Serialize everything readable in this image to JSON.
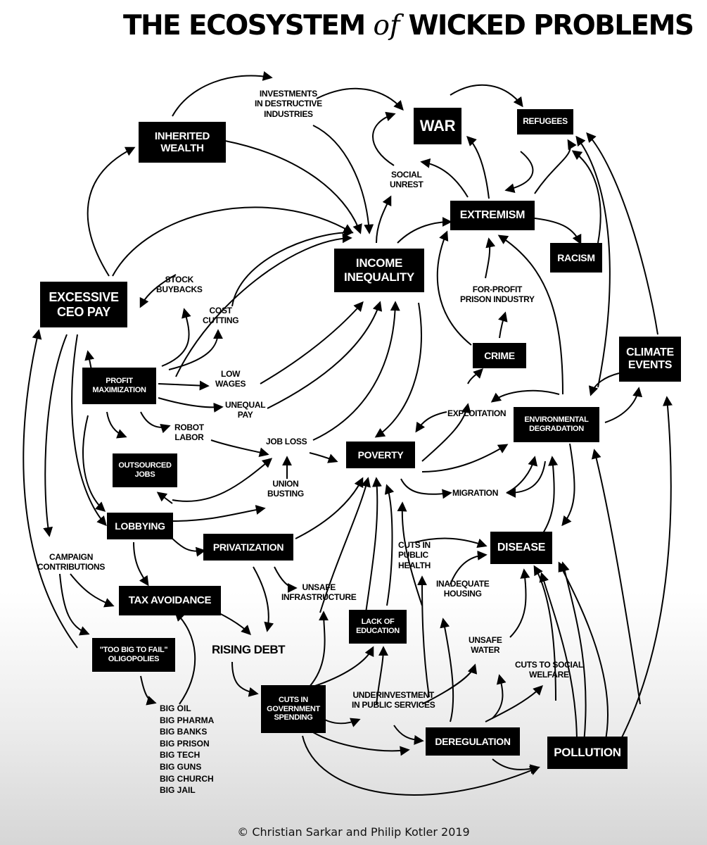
{
  "title": {
    "part1": "THE ECOSYSTEM",
    "part2": "of",
    "part3": "WICKED PROBLEMS"
  },
  "nodes": {
    "war": "WAR",
    "refugees": "REFUGEES",
    "inherited_wealth": "INHERITED\nWEALTH",
    "extremism": "EXTREMISM",
    "racism": "RACISM",
    "income_inequality": "INCOME\nINEQUALITY",
    "excessive_ceo_pay": "EXCESSIVE\nCEO PAY",
    "crime": "CRIME",
    "climate_events": "CLIMATE\nEVENTS",
    "profit_maximization": "PROFIT\nMAXIMIZATION",
    "environmental_degradation": "ENVIRONMENTAL\nDEGRADATION",
    "poverty": "POVERTY",
    "outsourced_jobs": "OUTSOURCED\nJOBS",
    "lobbying": "LOBBYING",
    "privatization": "PRIVATIZATION",
    "disease": "DISEASE",
    "tax_avoidance": "TAX AVOIDANCE",
    "lack_of_education": "LACK OF\nEDUCATION",
    "too_big_to_fail": "\"TOO BIG TO FAIL\"\nOLIGOPOLIES",
    "cuts_in_government_spending": "CUTS IN\nGOVERNMENT\nSPENDING",
    "deregulation": "DEREGULATION",
    "pollution": "POLLUTION"
  },
  "labels": {
    "investments": "INVESTMENTS\nIN DESTRUCTIVE\nINDUSTRIES",
    "social_unrest": "SOCIAL\nUNREST",
    "stock_buybacks": "STOCK\nBUYBACKS",
    "cost_cutting": "COST\nCUTTING",
    "for_profit_prison": "FOR-PROFIT\nPRISON INDUSTRY",
    "low_wages": "LOW\nWAGES",
    "unequal_pay": "UNEQUAL\nPAY",
    "exploitation": "EXPLOITATION",
    "robot_labor": "ROBOT\nLABOR",
    "job_loss": "JOB LOSS",
    "union_busting": "UNION\nBUSTING",
    "migration": "MIGRATION",
    "campaign_contributions": "CAMPAIGN\nCONTRIBUTIONS",
    "cuts_in_public_health": "CUTS IN\nPUBLIC\nHEALTH",
    "inadequate_housing": "INADEQUATE\nHOUSING",
    "unsafe_infrastructure": "UNSAFE\nINFRASTRUCTURE",
    "rising_debt": "RISING DEBT",
    "unsafe_water": "UNSAFE\nWATER",
    "cuts_to_social_welfare": "CUTS TO SOCIAL\nWELFARE",
    "underinvestment": "UNDERINVESTMENT\nIN PUBLIC SERVICES"
  },
  "big_companies": [
    "BIG OIL",
    "BIG PHARMA",
    "BIG BANKS",
    "BIG PRISON",
    "BIG TECH",
    "BIG GUNS",
    "BIG CHURCH",
    "BIG JAIL"
  ],
  "footer": "© Christian Sarkar and Philip Kotler 2019"
}
